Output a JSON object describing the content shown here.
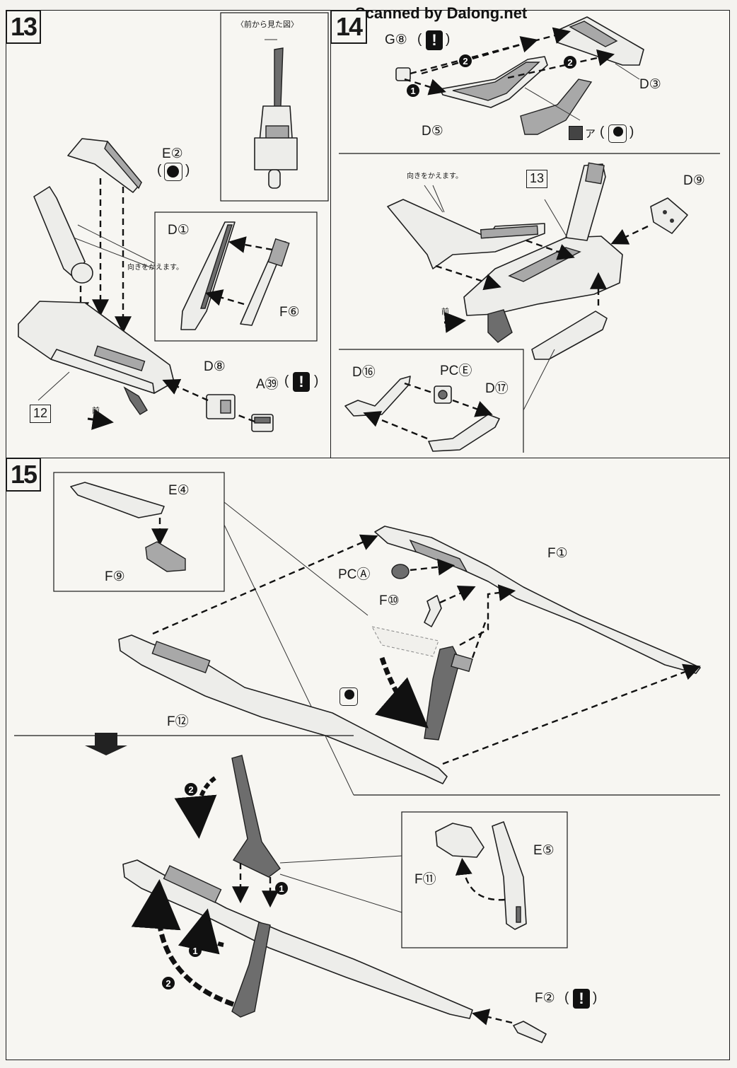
{
  "watermark": "Scanned by Dalong.net",
  "steps": {
    "s13": {
      "number": "13",
      "front_view_caption": "〈前から見た図〉",
      "turn_note": "向きをかえます。",
      "labels": {
        "e2": "E②",
        "d1": "D①",
        "f6": "F⑥",
        "d8": "D⑧",
        "a39": "A㊴"
      },
      "ref_box": "12",
      "front_label": "前"
    },
    "s14": {
      "number": "14",
      "labels": {
        "g8": "G⑧",
        "d3": "D③",
        "d5": "D⑤",
        "a_sticker": "ア",
        "d9": "D⑨",
        "d16": "D⑯",
        "pce": "PCⒺ",
        "d17": "D⑰"
      },
      "turn_note": "向きをかえます。",
      "ref_box": "13",
      "front_label": "前"
    },
    "s15": {
      "number": "15",
      "labels": {
        "e4": "E④",
        "f9": "F⑨",
        "f1": "F①",
        "pca": "PCⒶ",
        "f10": "F⑩",
        "f12": "F⑫",
        "f11": "F⑪",
        "e5": "E⑤",
        "f2": "F②"
      }
    }
  },
  "icons": [
    "caution-icon",
    "black-paint-icon",
    "step-arrow-icon",
    "sticker-icon"
  ]
}
